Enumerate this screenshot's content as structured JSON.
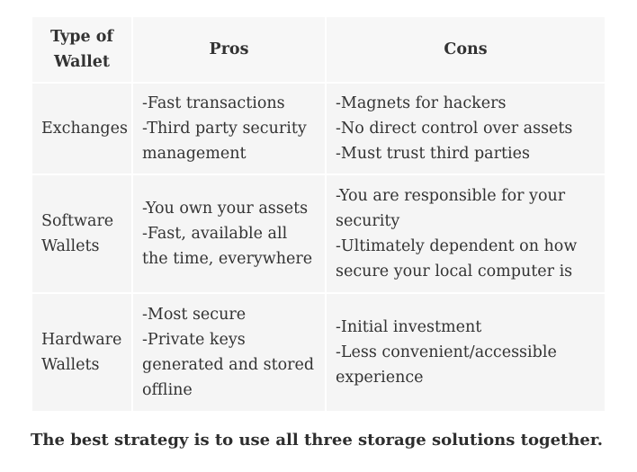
{
  "table": {
    "headers": [
      "Type of Wallet",
      "Pros",
      "Cons"
    ],
    "rows": [
      {
        "type": [
          "Exchanges"
        ],
        "pros": [
          "-Fast transactions",
          "-Third party security management"
        ],
        "cons": [
          "-Magnets for hackers",
          "-No direct control over assets",
          "-Must trust third parties"
        ]
      },
      {
        "type": [
          "Software",
          "Wallets"
        ],
        "pros": [
          "-You own your assets",
          "-Fast, available all the time, everywhere"
        ],
        "cons": [
          "-You are responsible for your security",
          "-Ultimately dependent on how secure your local computer is"
        ]
      },
      {
        "type": [
          "Hardware",
          "Wallets"
        ],
        "pros": [
          "-Most secure",
          "-Private keys generated and stored offline"
        ],
        "cons": [
          "-Initial investment",
          "-Less convenient/accessible experience"
        ]
      }
    ]
  },
  "footer": {
    "text": "The best strategy is to use all three storage solutions together."
  }
}
